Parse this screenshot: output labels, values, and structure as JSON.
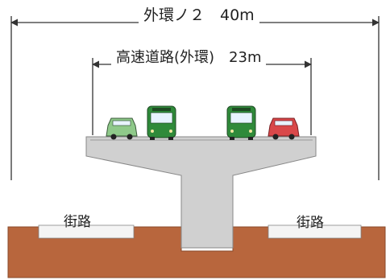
{
  "outer_dimension": {
    "label": "外環ノ２　40m"
  },
  "inner_dimension": {
    "label": "高速道路(外環)　23m"
  },
  "streets": [
    {
      "label": "街路"
    },
    {
      "label": "街路"
    }
  ],
  "vehicles": [
    {
      "kind": "car",
      "color": "#8fc98a"
    },
    {
      "kind": "bus",
      "color": "#2f8a3a"
    },
    {
      "kind": "bus",
      "color": "#2f8a3a"
    },
    {
      "kind": "car",
      "color": "#d9484a"
    }
  ],
  "colors": {
    "ground": "#b8663d",
    "concrete": "#d0d0d0",
    "line": "#333333"
  }
}
